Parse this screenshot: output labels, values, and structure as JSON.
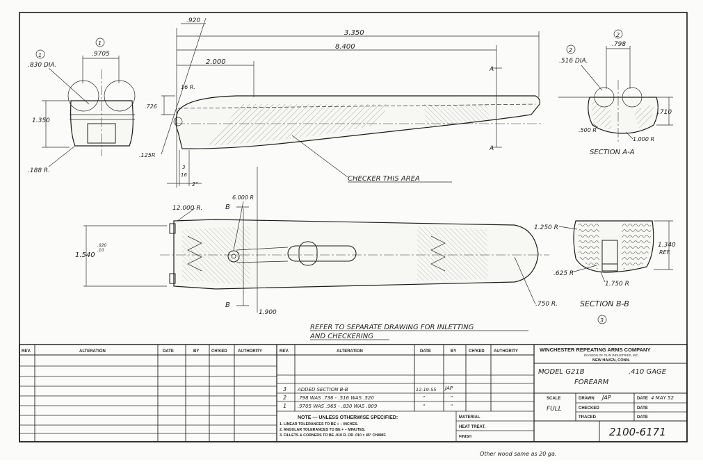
{
  "drawing": {
    "side_view": {
      "dims": {
        "d920": ".920",
        "d3350": "3.350",
        "d8400": "8.400",
        "d2000": "2.000",
        "r16": "16 R.",
        "d726": ".726",
        "r125": ".125R",
        "d3_16_num": "3",
        "d3_16_den": "16",
        "deg2": "2°",
        "section_a": "A"
      }
    },
    "end_view": {
      "circle1": "1",
      "dia830": ".830 DIA.",
      "d9705": ".9705",
      "d1350": "1.350",
      "r188": ".188 R."
    },
    "section_aa": {
      "circle2": "2",
      "d798": ".798",
      "dia516": ".516 DIA.",
      "d710": ".710",
      "r500": ".500 R",
      "r1000": "1.000 R",
      "title": "SECTION A-A"
    },
    "checker_note": "CHECKER THIS AREA",
    "plan_view": {
      "r12000": "12.000 R.",
      "r6000": "6.000 R",
      "section_b": "B",
      "d1540": "1.540",
      "tol_plus": ".020",
      "tol_minus": ".10",
      "d1900": "1.900",
      "r750": ".750 R."
    },
    "section_bb": {
      "r1250": "1.250 R",
      "r625": ".625 R",
      "r1750": "1.750 R",
      "d1340": "1.340",
      "ref": "REF.",
      "title": "SECTION B-B",
      "circle3": "3"
    },
    "refer_note_1": "REFER TO SEPARATE DRAWING FOR INLETTING",
    "refer_note_2": "AND CHECKERING"
  },
  "revision_table": {
    "headers": [
      "REV.",
      "ALTERATION",
      "DATE",
      "BY",
      "CH'KED",
      "AUTHORITY"
    ],
    "right_rows": [
      {
        "rev": "3",
        "alteration": "ADDED SECTION B-B",
        "date": "12-19-55",
        "by": "JAP"
      },
      {
        "rev": "2",
        "alteration": ".798 WAS .736 - .516 WAS .520",
        "date": "\"",
        "by": "\""
      },
      {
        "rev": "1",
        "alteration": ".9705 WAS .965 - .830 WAS .809",
        "date": "\"",
        "by": "\""
      }
    ]
  },
  "notes": {
    "title": "NOTE — UNLESS OTHERWISE SPECIFIED:",
    "line1": "1. LINEAR TOLERANCES TO BE +      −      INCHES.",
    "line2": "2. ANGULAR TOLERANCES TO BE +      −      MINUTES.",
    "line3": "3. FILLETS & CORNERS TO BE .010 R. OR .010 × 45° CHAMF."
  },
  "material_block": {
    "material": "MATERIAL",
    "heat_treat": "HEAT TREAT.",
    "finish": "FINISH"
  },
  "title_block": {
    "company": "WINCHESTER REPEATING ARMS COMPANY",
    "division": "DIVISION OF OLIN INDUSTRIES, INC.",
    "location": "NEW HAVEN, CONN.",
    "model": "MODEL G21B",
    "gage": ".410 GAGE",
    "part": "FOREARM",
    "scale_label": "SCALE",
    "scale_value": "FULL",
    "drawn_label": "DRAWN",
    "drawn_value": "JAP",
    "checked_label": "CHECKED",
    "traced_label": "TRACED",
    "date_label": "DATE",
    "date_value": "4 MAY 52",
    "drawing_number": "2100-6171"
  },
  "footer_handwriting": "Other wood same as 20 ga."
}
